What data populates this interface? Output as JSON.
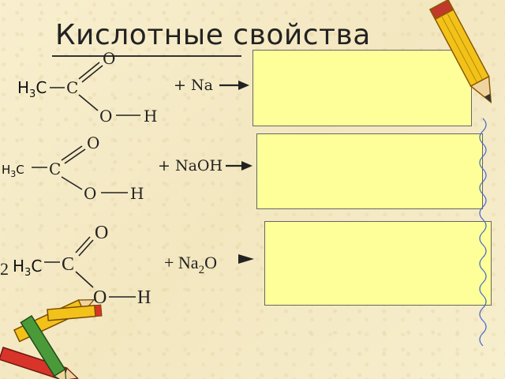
{
  "slide": {
    "title": "Кислотные свойства"
  },
  "reactions": [
    {
      "coefficient": "",
      "methyl": "H",
      "methyl_sub": "3",
      "methyl_c": "C",
      "carbon": "C",
      "oxygen_top": "O",
      "oxygen_bottom": "O",
      "hydrogen": "H",
      "reagent": "+ Na",
      "reagent_sub": "",
      "reagent_tail": ""
    },
    {
      "coefficient": "",
      "methyl": "H",
      "methyl_sub": "3",
      "methyl_c": "C",
      "carbon": "C",
      "oxygen_top": "O",
      "oxygen_bottom": "O",
      "hydrogen": "H",
      "reagent": "+ NaOH",
      "reagent_sub": "",
      "reagent_tail": ""
    },
    {
      "coefficient": "2",
      "methyl": "H",
      "methyl_sub": "3",
      "methyl_c": "C",
      "carbon": "C",
      "oxygen_top": "O",
      "oxygen_bottom": "O",
      "hydrogen": "H",
      "reagent": "+ Na",
      "reagent_sub": "2",
      "reagent_tail": "O"
    }
  ],
  "colors": {
    "background": "#f6edc9",
    "answer_box": "#ffff99",
    "pencil_yellow": "#f2c21a",
    "pencil_red": "#d8342a",
    "pencil_green": "#4a9a3a"
  },
  "decorations": [
    "pencil-icon",
    "pencils-bundle-icon",
    "notebook-spiral-icon"
  ]
}
